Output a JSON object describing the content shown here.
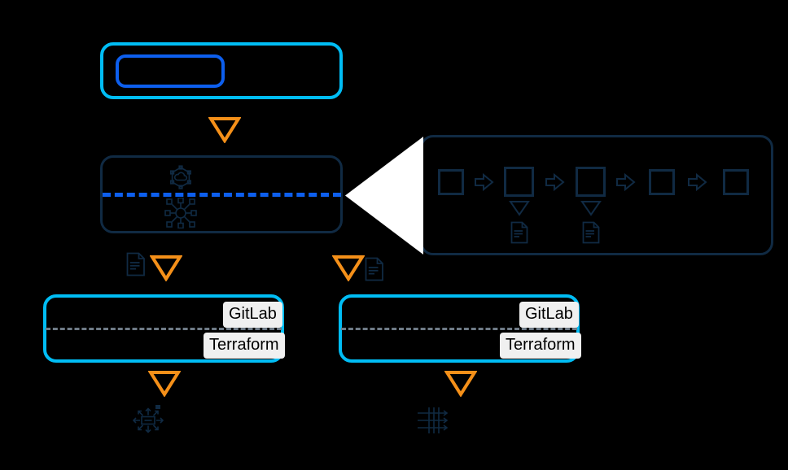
{
  "diagram": {
    "background_color": "#000000",
    "palette": {
      "cyan": "#00bdf5",
      "blue": "#0d5fee",
      "navy": "#102a43",
      "orange": "#f59019",
      "badge_bg": "#f0f0f0",
      "gray_dash": "#6f7b87",
      "white": "#ffffff"
    },
    "top_box": {
      "name": "top-container",
      "inner_name": "top-inner-box",
      "label": "",
      "inner_label": ""
    },
    "platform_box": {
      "name": "platform-container",
      "label": "",
      "icons": [
        {
          "name": "cloud-hexagon-icon",
          "label": ""
        },
        {
          "name": "network-hub-icon",
          "label": ""
        }
      ]
    },
    "pipeline_panel": {
      "name": "pipeline-panel",
      "label": "",
      "stages": [
        {
          "name": "pipeline-stage-1",
          "label": "",
          "has_artifact": false
        },
        {
          "name": "pipeline-stage-2",
          "label": "",
          "has_artifact": true
        },
        {
          "name": "pipeline-stage-3",
          "label": "",
          "has_artifact": true
        },
        {
          "name": "pipeline-stage-4",
          "label": "",
          "has_artifact": false
        },
        {
          "name": "pipeline-stage-5",
          "label": "",
          "has_artifact": false
        }
      ],
      "connector_count": 4,
      "artifact_icon": "document-icon"
    },
    "env_left": {
      "name": "environment-box-left",
      "badges": [
        {
          "name": "gitlab-badge-left",
          "label": "GitLab"
        },
        {
          "name": "terraform-badge-left",
          "label": "Terraform"
        }
      ],
      "output_icon": "scale-out-icon",
      "output_icon_label": ""
    },
    "env_right": {
      "name": "environment-box-right",
      "badges": [
        {
          "name": "gitlab-badge-right",
          "label": "GitLab"
        },
        {
          "name": "terraform-badge-right",
          "label": "Terraform"
        }
      ],
      "output_icon": "firewall-filter-icon",
      "output_icon_label": ""
    },
    "flow_arrows": [
      {
        "name": "flow-arrow-top",
        "label": ""
      },
      {
        "name": "flow-arrow-left",
        "label": ""
      },
      {
        "name": "flow-arrow-right",
        "label": ""
      },
      {
        "name": "flow-arrow-left-bottom",
        "label": ""
      },
      {
        "name": "flow-arrow-right-bottom",
        "label": ""
      }
    ],
    "documents": [
      {
        "name": "document-icon-left",
        "label": ""
      },
      {
        "name": "document-icon-right",
        "label": ""
      }
    ]
  }
}
